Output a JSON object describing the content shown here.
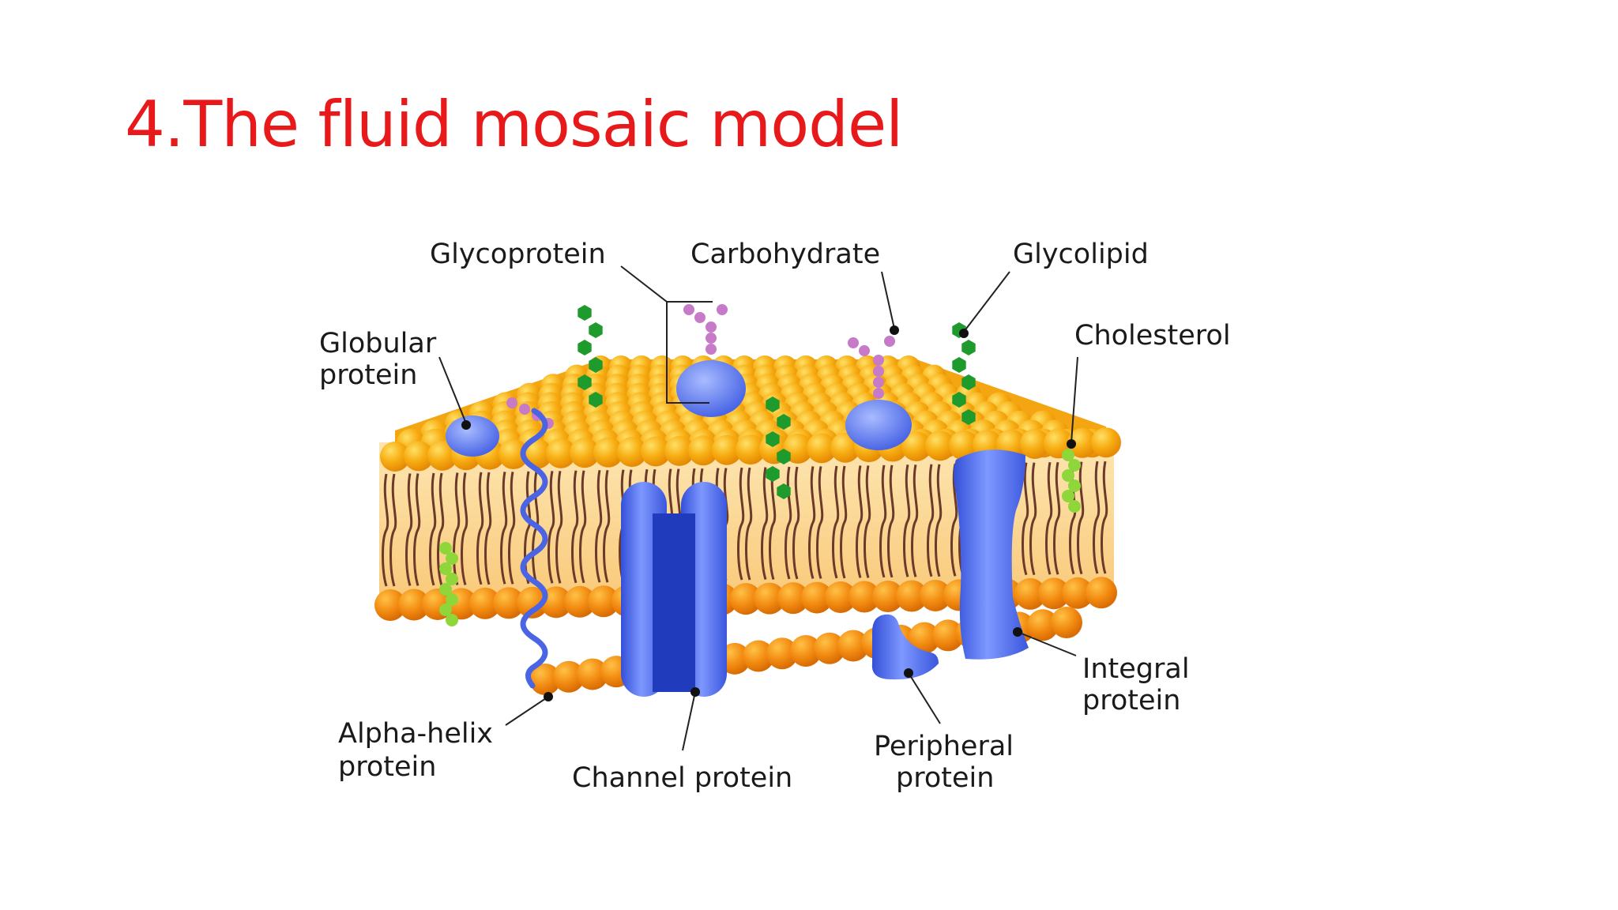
{
  "slide": {
    "title": "4.The fluid mosaic model",
    "title_color": "#e8191b"
  },
  "diagram": {
    "colors": {
      "head_top": "#f6a80f",
      "head_highlight": "#ffd84a",
      "head_bottom": "#f28a10",
      "tail": "#6b3a2a",
      "protein": "#5b79f0",
      "protein_dark": "#2c44c8",
      "glyco_chain": "#1f9a2c",
      "carb": "#c77ac8",
      "cholesterol": "#8fd63a"
    },
    "labels": {
      "glycoprotein": "Glycoprotein",
      "carbohydrate": "Carbohydrate",
      "glycolipid": "Glycolipid",
      "globular_l1": "Globular",
      "globular_l2": "protein",
      "cholesterol": "Cholesterol",
      "alpha_l1": "Alpha-helix",
      "alpha_l2": "protein",
      "channel": "Channel protein",
      "peripheral_l1": "Peripheral",
      "peripheral_l2": "protein",
      "integral_l1": "Integral",
      "integral_l2": "protein"
    }
  }
}
